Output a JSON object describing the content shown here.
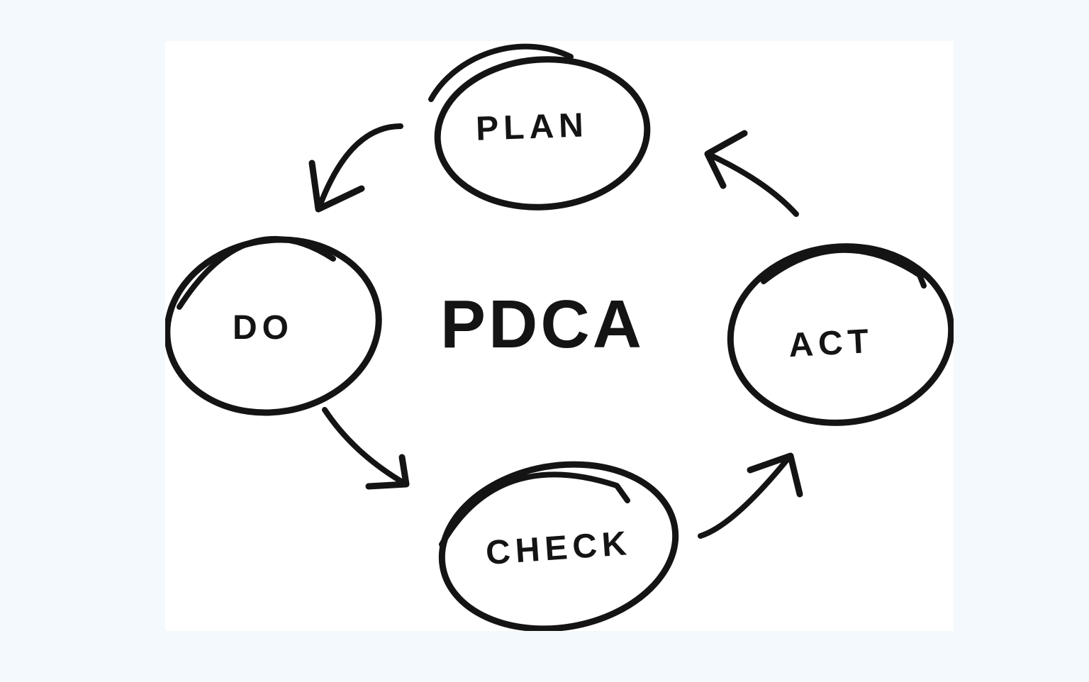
{
  "page": {
    "background_color": "#f3f9fc",
    "canvas_color": "#ffffff",
    "ink_color": "#141414"
  },
  "diagram": {
    "title": "PDCA",
    "type": "cycle",
    "nodes": [
      {
        "id": "plan",
        "label": "PLAN"
      },
      {
        "id": "do",
        "label": "DO"
      },
      {
        "id": "check",
        "label": "CHECK"
      },
      {
        "id": "act",
        "label": "ACT"
      }
    ],
    "edges": [
      {
        "from": "PLAN",
        "to": "DO"
      },
      {
        "from": "DO",
        "to": "CHECK"
      },
      {
        "from": "CHECK",
        "to": "ACT"
      },
      {
        "from": "ACT",
        "to": "PLAN"
      }
    ]
  }
}
